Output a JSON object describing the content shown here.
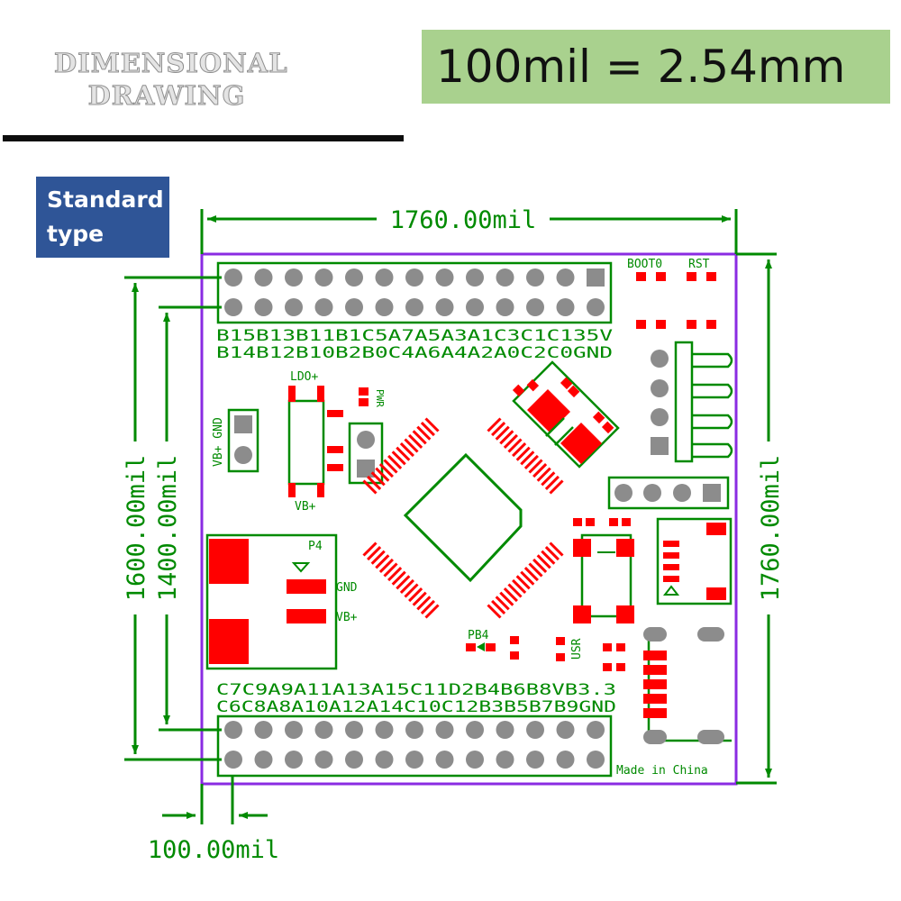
{
  "header": {
    "title_line1": "DIMENSIONAL",
    "title_line2": "DRAWING",
    "formula": "100mil = 2.54mm",
    "type_line1": "Standard",
    "type_line2": "type"
  },
  "dimensions": {
    "width": "1760.00mil",
    "height_outer": "1600.00mil",
    "height_inner": "1400.00mil",
    "height_right": "1760.00mil",
    "pitch": "100.00mil"
  },
  "top_header": {
    "row1": [
      "B15",
      "B13",
      "B11",
      "B1",
      "C5",
      "A7",
      "A5",
      "A3",
      "A1",
      "C3",
      "C1",
      "C13",
      "5V"
    ],
    "row2": [
      "B14",
      "B12",
      "B10",
      "B2",
      "B0",
      "C4",
      "A6",
      "A4",
      "A2",
      "A0",
      "C2",
      "C0",
      "GND"
    ]
  },
  "bottom_header": {
    "row1": [
      "C7",
      "C9",
      "A9",
      "A11",
      "A13",
      "A15",
      "C11",
      "D2",
      "B4",
      "B6",
      "B8",
      "VB",
      "3.3"
    ],
    "row2": [
      "C6",
      "C8",
      "A8",
      "A10",
      "A12",
      "A14",
      "C10",
      "C12",
      "B3",
      "B5",
      "B7",
      "B9",
      "GND"
    ]
  },
  "labels": {
    "boot0": "BOOT0",
    "rst": "RST",
    "ldo": "LDO+",
    "pwr": "PWR",
    "vb_plus": "VB+",
    "vb_gnd": "VB+ GND",
    "p4": "P4",
    "gnd": "GND",
    "vb_plus_p4": "VB+",
    "pb4": "PB4",
    "usr": "USR",
    "made_in": "Made in China"
  },
  "colors": {
    "silk": "#008a00",
    "pad": "#ff0000",
    "pin": "#8c8c8c",
    "outline": "#8a2be2",
    "formula_bg": "#a9d18e",
    "badge_bg": "#2f5597"
  }
}
